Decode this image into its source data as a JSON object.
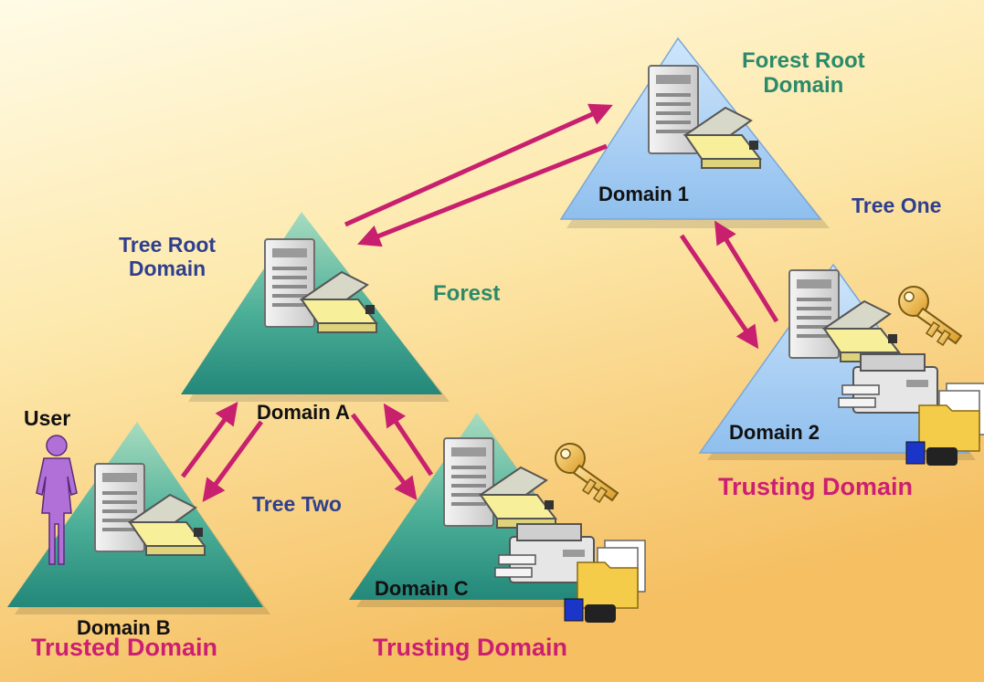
{
  "labels": {
    "forest_root_domain": "Forest Root\nDomain",
    "domain_1": "Domain 1",
    "tree_one": "Tree One",
    "tree_root_domain": "Tree Root\nDomain",
    "forest": "Forest",
    "domain_a": "Domain A",
    "domain_2": "Domain 2",
    "trusting_domain_2": "Trusting Domain",
    "user": "User",
    "tree_two": "Tree Two",
    "domain_b": "Domain B",
    "domain_c": "Domain C",
    "trusted_domain": "Trusted Domain",
    "trusting_domain_c": "Trusting Domain"
  },
  "colors": {
    "arrow": "#c8206e",
    "background_top": "#fff6d5",
    "background_bottom": "#f6c46a",
    "triangle_green": "#2f9c88",
    "triangle_blue": "#a9cdf2",
    "user_figure": "#b070d8"
  },
  "icons": [
    "server-icon",
    "folder-icon",
    "key-icon",
    "printer-icon",
    "document-folder-icon",
    "user-icon"
  ]
}
